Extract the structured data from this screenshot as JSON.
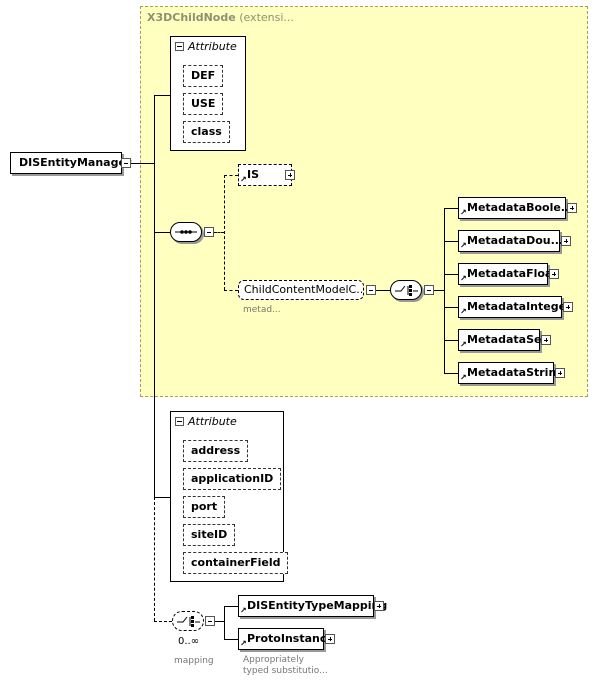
{
  "root": {
    "label": "DISEntityManager"
  },
  "extension": {
    "type": "X3DChildNode",
    "note": "(extensi..."
  },
  "ext_attributes": {
    "heading": "Attribute",
    "items": [
      "DEF",
      "USE",
      "class"
    ]
  },
  "is_element": {
    "label": "IS"
  },
  "child_group": {
    "label": "ChildContentModelC...",
    "annotation": "metad..."
  },
  "metadata_elements": [
    "MetadataBoole...",
    "MetadataDou...",
    "MetadataFloat",
    "MetadataInteger",
    "MetadataSet",
    "MetadataString"
  ],
  "own_attributes": {
    "heading": "Attribute",
    "items": [
      "address",
      "applicationID",
      "port",
      "siteID",
      "containerField"
    ]
  },
  "choice_group": {
    "occurrence": "0..∞",
    "annotation": "mapping"
  },
  "mapping_elements": [
    {
      "label": "DISEntityTypeMapping"
    },
    {
      "label": "ProtoInstance",
      "annotation_line1": "Appropriately",
      "annotation_line2": "typed substitutio..."
    }
  ]
}
